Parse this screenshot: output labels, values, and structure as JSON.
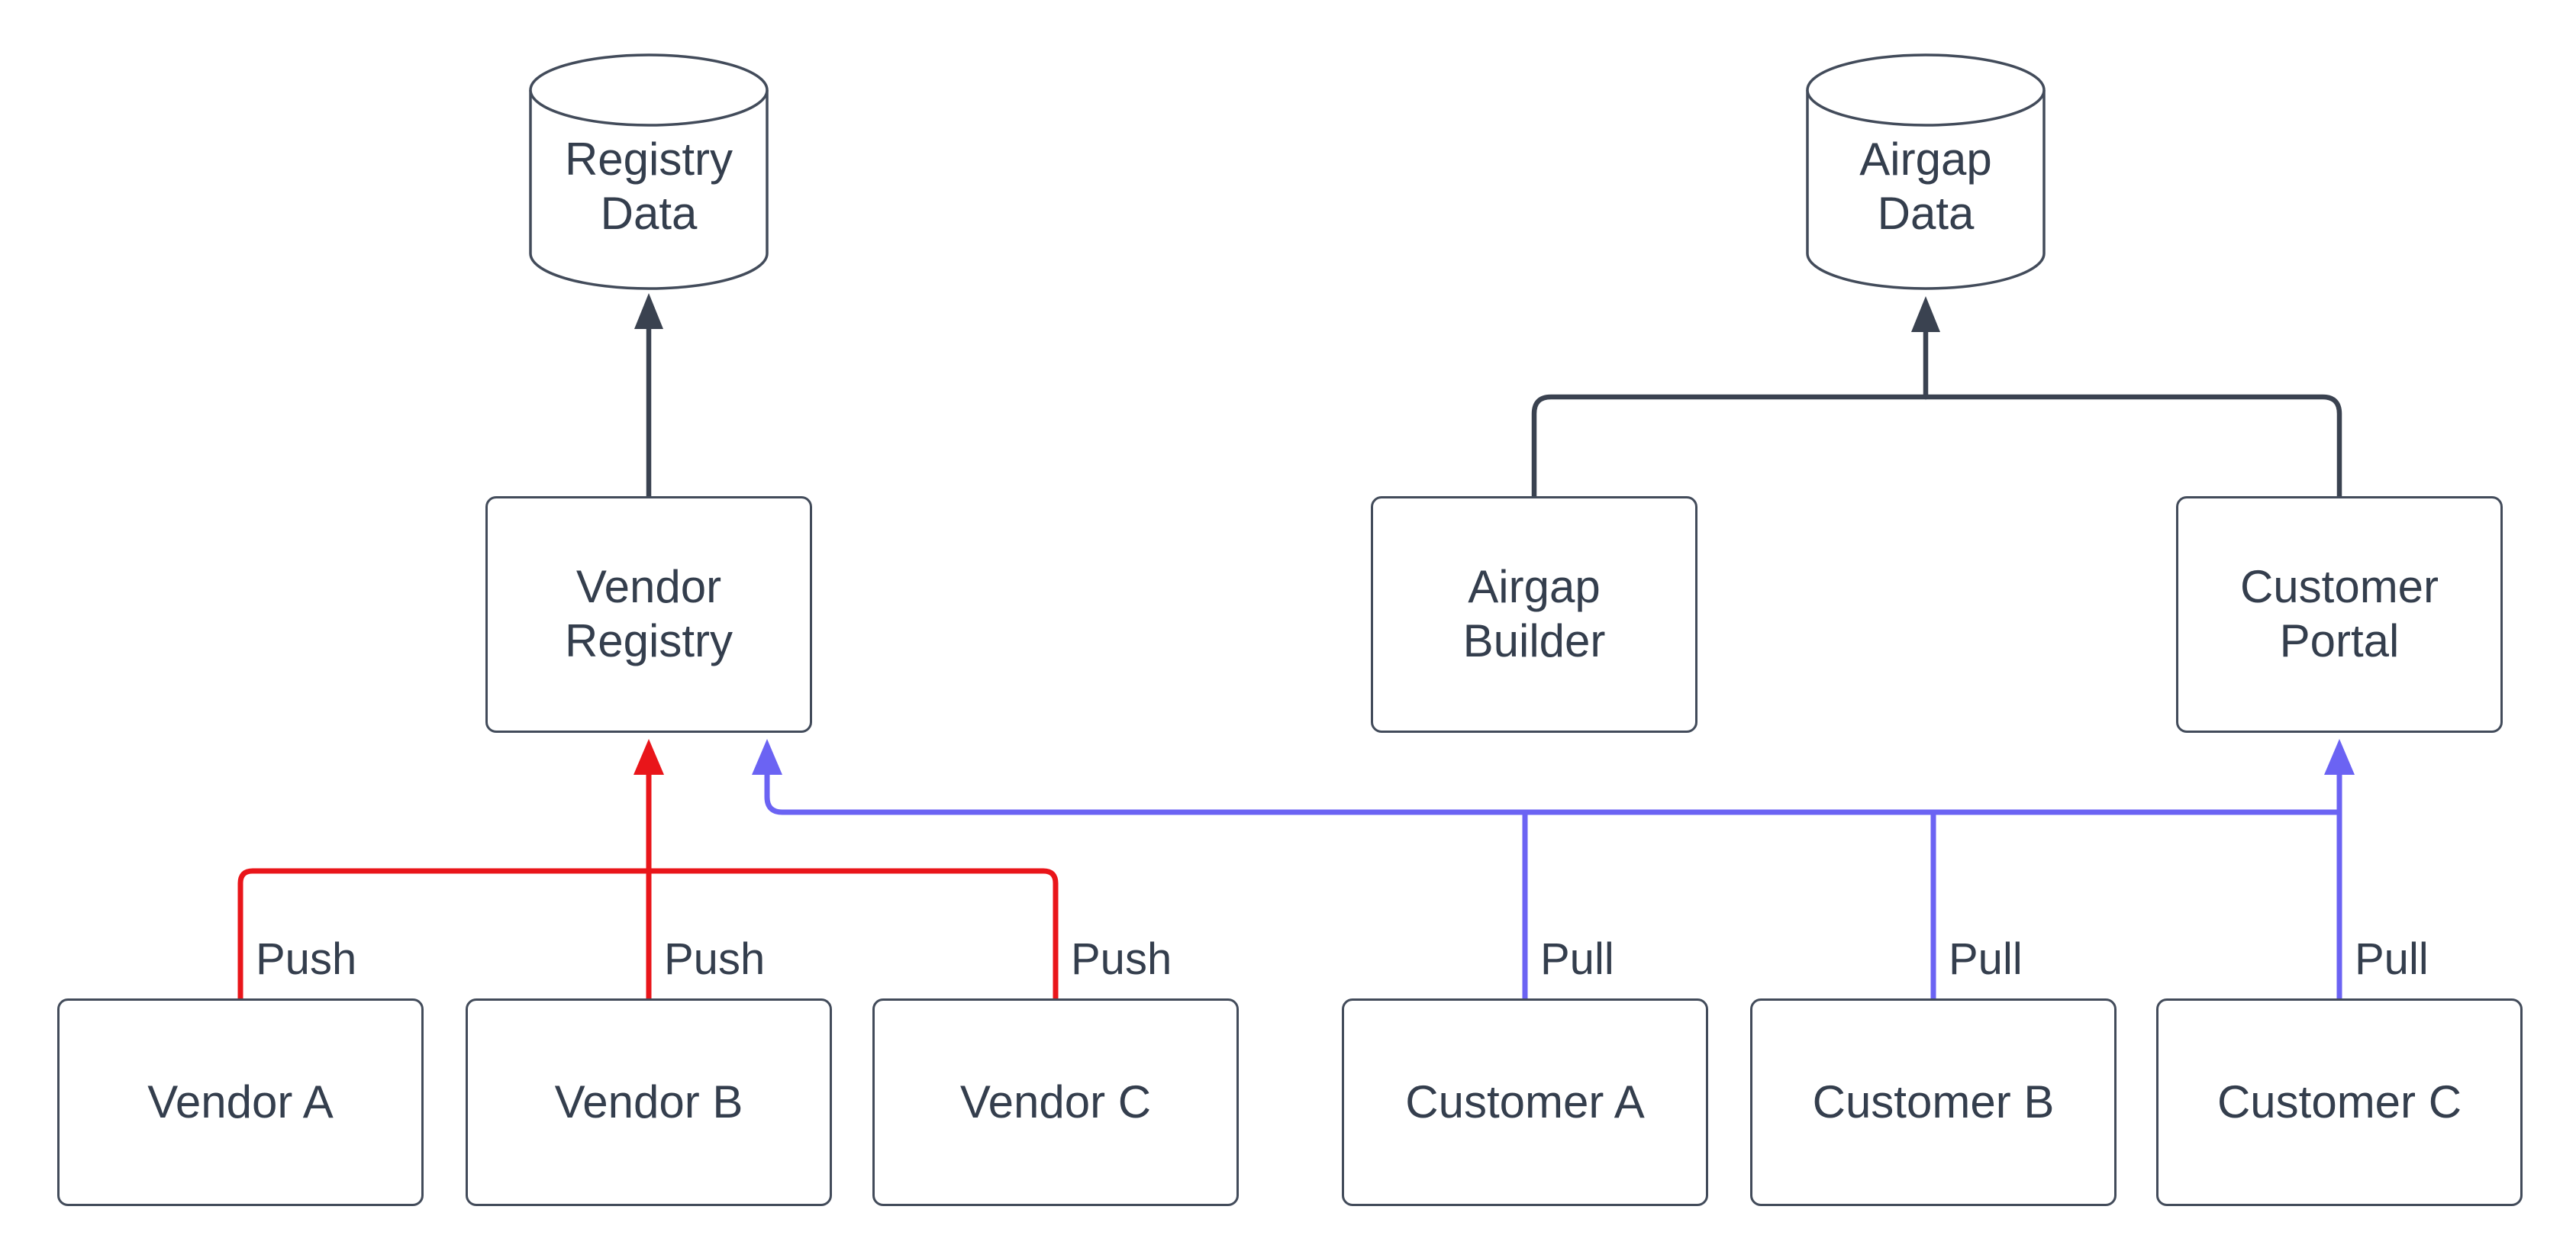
{
  "colors": {
    "dark": "#3a4250",
    "push": "#e9151a",
    "pull": "#6b63f3",
    "text": "#343e4d",
    "node_border": "#424b5a",
    "node_bg": "#ffffff"
  },
  "nodes": {
    "registry_data": {
      "shape": "cylinder",
      "line1": "Registry",
      "line2": "Data"
    },
    "airgap_data": {
      "shape": "cylinder",
      "line1": "Airgap",
      "line2": "Data"
    },
    "vendor_registry": {
      "shape": "rect",
      "line1": "Vendor",
      "line2": "Registry"
    },
    "airgap_builder": {
      "shape": "rect",
      "line1": "Airgap",
      "line2": "Builder"
    },
    "customer_portal": {
      "shape": "rect",
      "line1": "Customer",
      "line2": "Portal"
    },
    "vendor_a": {
      "shape": "rect",
      "label": "Vendor A"
    },
    "vendor_b": {
      "shape": "rect",
      "label": "Vendor B"
    },
    "vendor_c": {
      "shape": "rect",
      "label": "Vendor C"
    },
    "customer_a": {
      "shape": "rect",
      "label": "Customer A"
    },
    "customer_b": {
      "shape": "rect",
      "label": "Customer B"
    },
    "customer_c": {
      "shape": "rect",
      "label": "Customer C"
    }
  },
  "edge_labels": {
    "push_vendor_a": "Push",
    "push_vendor_b": "Push",
    "push_vendor_c": "Push",
    "pull_customer_a": "Pull",
    "pull_customer_b": "Pull",
    "pull_customer_c": "Pull"
  },
  "diagram_data": {
    "type": "flowchart",
    "edges": [
      {
        "from": "vendor_registry",
        "to": "registry_data",
        "label": "",
        "color_key": "dark"
      },
      {
        "from": "airgap_builder",
        "to": "airgap_data",
        "label": "",
        "color_key": "dark"
      },
      {
        "from": "customer_portal",
        "to": "airgap_data",
        "label": "",
        "color_key": "dark"
      },
      {
        "from": "vendor_a",
        "to": "vendor_registry",
        "label": "Push",
        "color_key": "push"
      },
      {
        "from": "vendor_b",
        "to": "vendor_registry",
        "label": "Push",
        "color_key": "push"
      },
      {
        "from": "vendor_c",
        "to": "vendor_registry",
        "label": "Push",
        "color_key": "push"
      },
      {
        "from": "customer_a",
        "to": "vendor_registry",
        "label": "Pull",
        "color_key": "pull"
      },
      {
        "from": "customer_b",
        "to": "vendor_registry",
        "label": "Pull",
        "color_key": "pull"
      },
      {
        "from": "customer_c",
        "to": "vendor_registry",
        "label": "Pull",
        "color_key": "pull"
      },
      {
        "from": "customer_c",
        "to": "customer_portal",
        "label": "",
        "color_key": "pull"
      }
    ]
  }
}
